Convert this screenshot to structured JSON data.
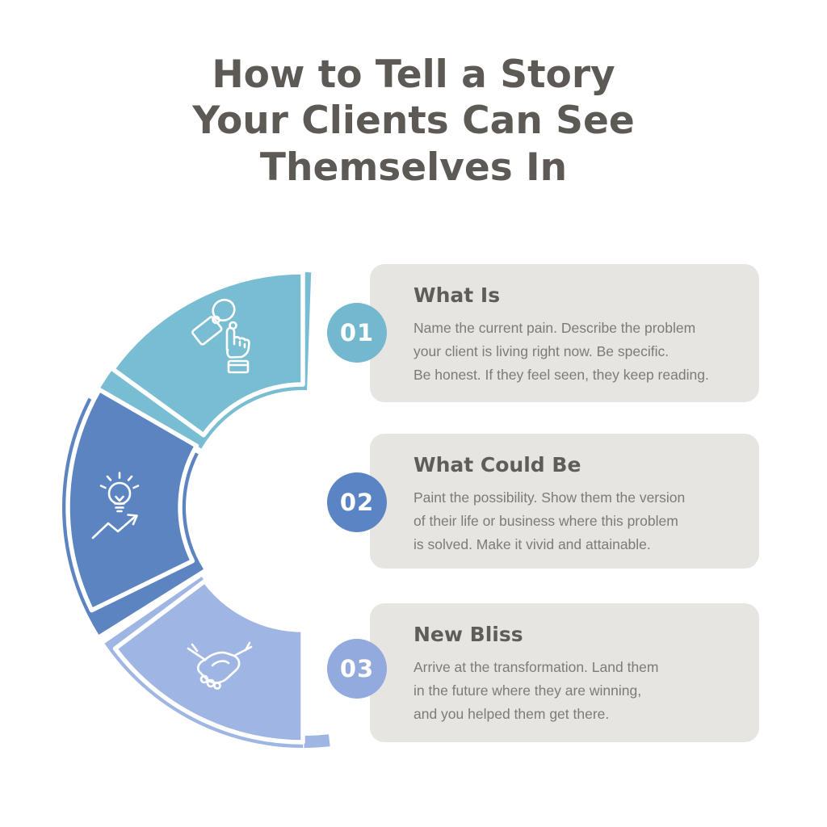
{
  "title": "How to Tell a Story\nYour Clients Can See\nThemselves In",
  "colors": {
    "background": "#ffffff",
    "title_text": "#5d5955",
    "card_background": "#e6e5e2",
    "heading_text": "#605c58",
    "body_text": "#7e7b77",
    "badge_text": "#ffffff",
    "icon_stroke": "#ffffff"
  },
  "steps": [
    {
      "number": "01",
      "heading": "What Is",
      "body": "Name the current pain. Describe the problem\nyour client is living right now. Be specific.\nBe honest. If they feel seen, they keep reading.",
      "icon": "pointing-hand-icon",
      "color": "#79bdd2",
      "badge_color": "#74b8cf"
    },
    {
      "number": "02",
      "heading": "What Could Be",
      "body": "Paint the possibility. Show them the version\nof their life or business where this problem\nis solved. Make it vivid and attainable.",
      "icon": "idea-growth-icon",
      "color": "#5b84c1",
      "badge_color": "#5b84c4"
    },
    {
      "number": "03",
      "heading": "New Bliss",
      "body": "Arrive at the transformation. Land them\nin the future where they are winning,\nand you helped them get there.",
      "icon": "handshake-icon",
      "color": "#9fb6e4",
      "badge_color": "#93aade"
    }
  ]
}
